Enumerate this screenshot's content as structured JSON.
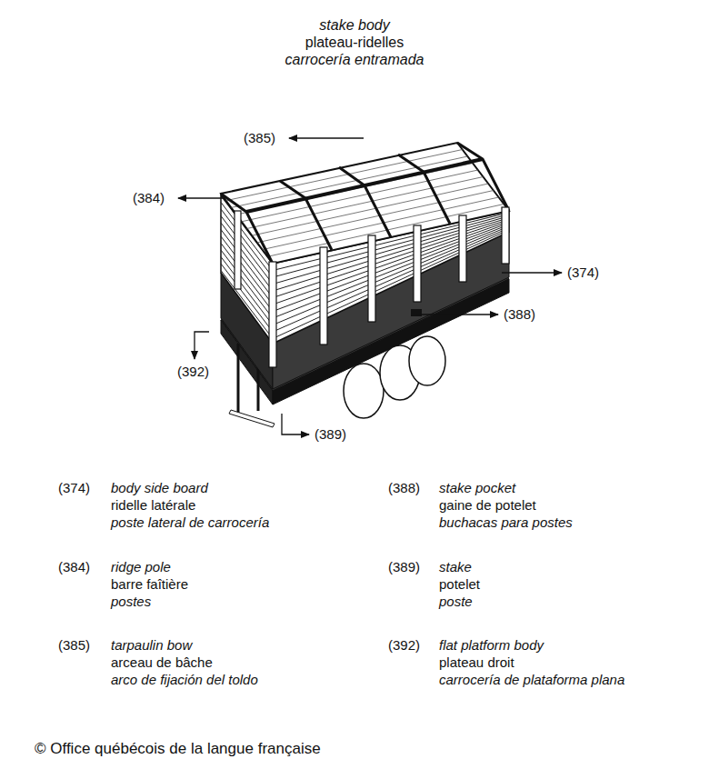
{
  "diagram": {
    "labels": [
      "stake body",
      "plateau-ridelles",
      "carrocería entramada",
      "(385)",
      "(384)",
      "(374)",
      "(388)",
      "(392)",
      "(389)",
      "(374)",
      "body side board",
      "ridelle latérale",
      "poste lateral de carrocería",
      "(384)",
      "ridge pole",
      "barre faîtière",
      "postes",
      "(385)",
      "tarpaulin bow",
      "arceau de bâche",
      "arco de fijación del toldo",
      "(388)",
      "stake pocket",
      "gaine de potelet",
      "buchacas para postes",
      "(389)",
      "stake",
      "potelet",
      "poste",
      "(392)",
      "flat platform body",
      "plateau droit",
      "carrocería de plataforma plana",
      "© Office québécois de la langue française"
    ]
  }
}
